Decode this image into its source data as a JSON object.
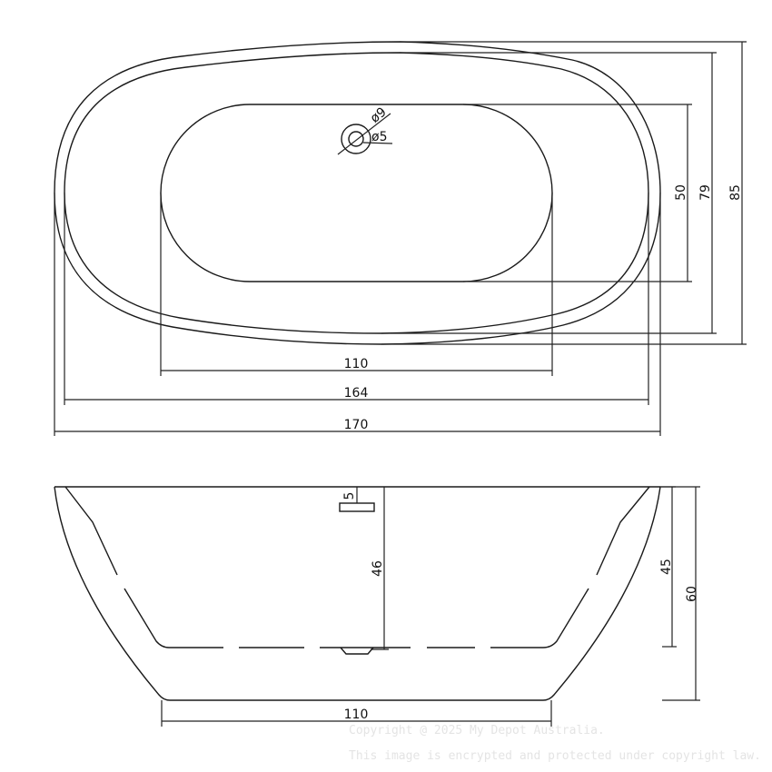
{
  "top_view": {
    "dimensions": {
      "basin_length": "110",
      "inner_length": "164",
      "overall_length": "170",
      "basin_width": "50",
      "inner_width": "79",
      "overall_width": "85"
    },
    "waste": {
      "outer_diameter": "ø9",
      "inner_diameter": "ø5"
    }
  },
  "side_view": {
    "dimensions": {
      "overflow_offset": "5",
      "overflow_height": "46",
      "internal_depth": "45",
      "overall_height": "60",
      "base_length": "110"
    }
  },
  "watermark": {
    "line1": "Copyright @ 2025 My Depot Australia.",
    "line2": "This image is encrypted and protected under copyright law."
  },
  "colors": {
    "line": "#1a1a1a",
    "watermark": "#e4e4e4",
    "background": "#ffffff"
  }
}
